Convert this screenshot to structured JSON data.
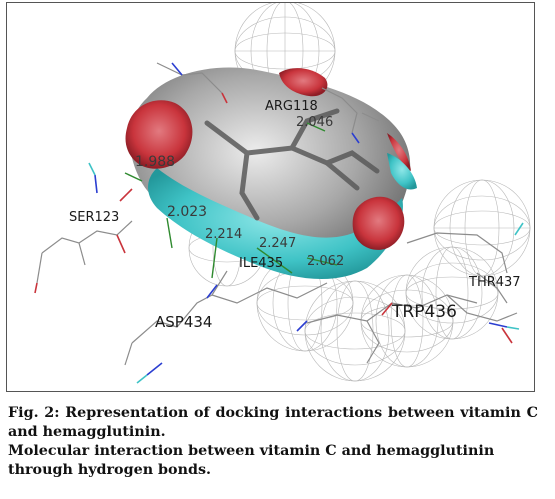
{
  "figure": {
    "residue_labels": [
      {
        "id": "arg118",
        "text": "ARG118"
      },
      {
        "id": "ser123",
        "text": "SER123"
      },
      {
        "id": "ile435",
        "text": "ILE435"
      },
      {
        "id": "asp434",
        "text": "ASP434"
      },
      {
        "id": "trp436",
        "text": "TRP436"
      },
      {
        "id": "thr437",
        "text": "THR437"
      }
    ],
    "bond_distances": [
      {
        "id": "d1",
        "text": "2.046"
      },
      {
        "id": "d2",
        "text": "1.988"
      },
      {
        "id": "d3",
        "text": "2.023"
      },
      {
        "id": "d4",
        "text": "2.214"
      },
      {
        "id": "d5",
        "text": "2.247"
      },
      {
        "id": "d6",
        "text": "2.062"
      }
    ],
    "colors": {
      "surface_grey": "#9a9a9a",
      "surface_red": "#c9343c",
      "surface_cyan": "#3fc3c6",
      "hbond_green": "#2f8a2f",
      "stick_grey": "#8c8c8c"
    }
  },
  "caption": {
    "title": "Fig. 2: Representation of docking interactions between vitamin C and hemagglutinin.",
    "subtitle": "Molecular interaction between vitamin C and hemagglutinin through hydrogen bonds."
  }
}
